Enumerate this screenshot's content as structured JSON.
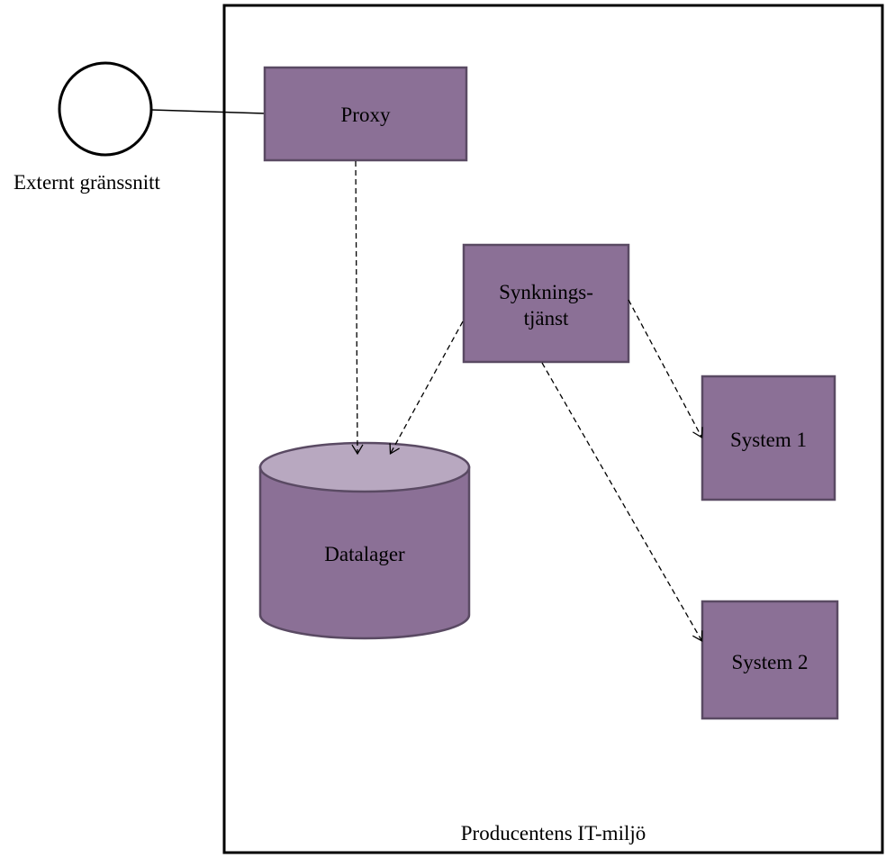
{
  "environment": {
    "label": "Producentens IT-miljö"
  },
  "external_interface": {
    "label": "Externt gränssnitt"
  },
  "nodes": {
    "proxy": {
      "label": "Proxy"
    },
    "sync_service": {
      "label_line1": "Synknings-",
      "label_line2": "tjänst"
    },
    "datastore": {
      "label": "Datalager"
    },
    "system1": {
      "label": "System 1"
    },
    "system2": {
      "label": "System 2"
    }
  },
  "colors": {
    "node_fill": "#8b7096",
    "node_stroke": "#5a4a63",
    "datastore_top": "#b8a8c0",
    "line": "#000000"
  }
}
